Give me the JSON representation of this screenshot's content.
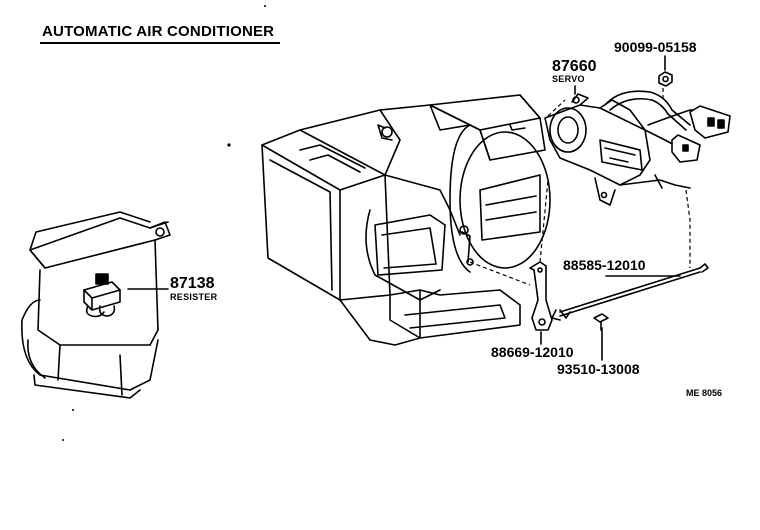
{
  "title": "AUTOMATIC AIR CONDITIONER",
  "parts": [
    {
      "id": "servo",
      "number": "87660",
      "name": "SERVO"
    },
    {
      "id": "nut",
      "number": "90099-05158"
    },
    {
      "id": "resister",
      "number": "87138",
      "name": "RESISTER"
    },
    {
      "id": "rod",
      "number": "88585-12010"
    },
    {
      "id": "bracket",
      "number": "88669-12010"
    },
    {
      "id": "screw",
      "number": "93510-13008"
    }
  ],
  "reference_code": "ME 8056",
  "colors": {
    "ink": "#000000",
    "paper": "#ffffff"
  }
}
